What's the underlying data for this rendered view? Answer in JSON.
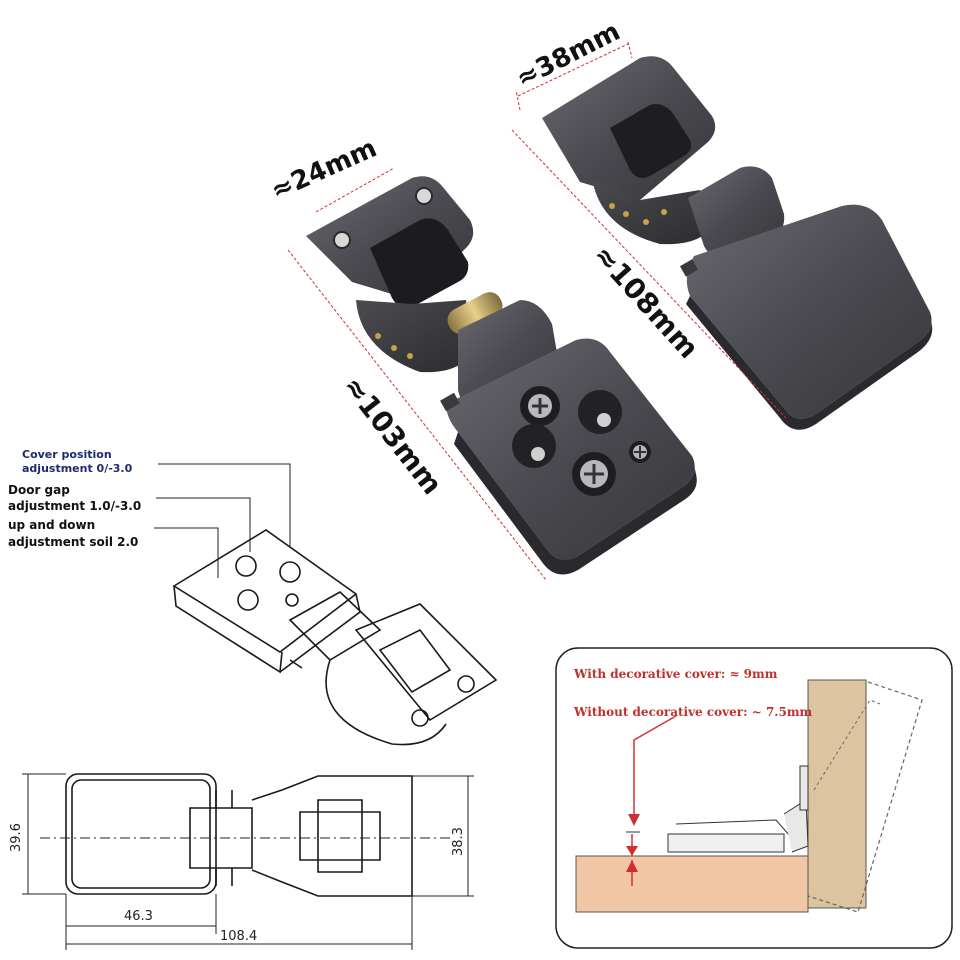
{
  "dimensions": {
    "top_width_right": "≈38mm",
    "top_width_left": "≈24mm",
    "length_right": "≈108mm",
    "length_left": "≈103mm"
  },
  "callouts": {
    "cover_position": "Cover position",
    "cover_position_2": "adjustment 0/-3.0",
    "door_gap": "Door gap",
    "door_gap_2": "adjustment 1.0/-3.0",
    "up_down": "up and down",
    "up_down_2": "adjustment soil 2.0"
  },
  "drawing": {
    "height_left": "39.6",
    "height_right": "38.3",
    "width_cover": "46.3",
    "width_total": "108.4"
  },
  "inset": {
    "with_cover": "With decorative cover: ≈ 9mm",
    "without_cover": "Without decorative cover: ~ 7.5mm"
  },
  "colors": {
    "hinge_metal": "#4a4a4e",
    "dimension_red": "#d23030",
    "wood_door": "#dcc4a0",
    "wood_cabinet": "#f1c6a4"
  }
}
